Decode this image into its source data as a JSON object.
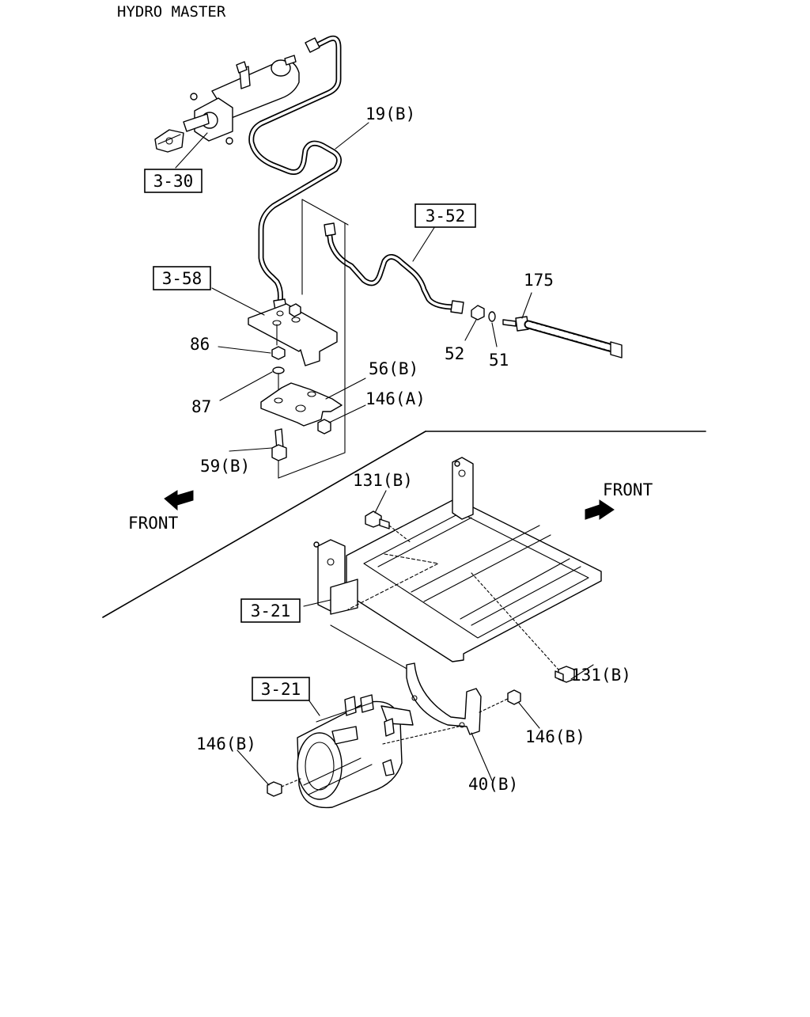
{
  "title": "HYDRO MASTER",
  "refs": {
    "r330": "3-30",
    "r358": "3-58",
    "r352": "3-52",
    "r321a": "3-21",
    "r321b": "3-21"
  },
  "labels": {
    "p19b": "19(B)",
    "p175": "175",
    "p86": "86",
    "p87": "87",
    "p56b": "56(B)",
    "p146a": "146(A)",
    "p59b": "59(B)",
    "p52": "52",
    "p51": "51",
    "p131b_top": "131(B)",
    "p131b_bottom": "131(B)",
    "p146b_left": "146(B)",
    "p146b_right": "146(B)",
    "p40b": "40(B)"
  },
  "front": {
    "left": "FRONT",
    "right": "FRONT"
  }
}
